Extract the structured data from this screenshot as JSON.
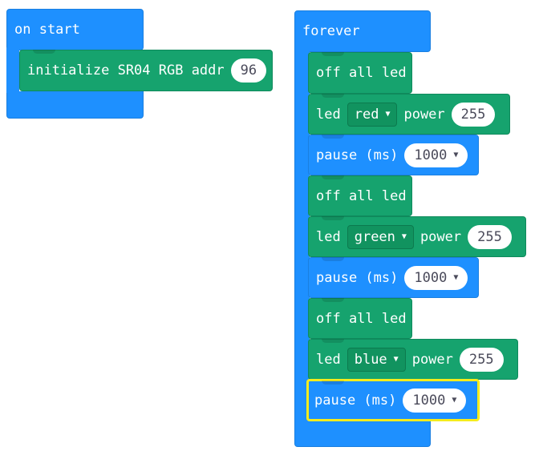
{
  "on_start": {
    "label": "on start",
    "init_block": {
      "text": "initialize SR04 RGB addr",
      "addr": "96"
    }
  },
  "forever": {
    "label": "forever",
    "blocks": [
      {
        "type": "off",
        "text": "off all led"
      },
      {
        "type": "led",
        "prefix": "led",
        "color": "red",
        "power_label": "power",
        "power": "255"
      },
      {
        "type": "pause",
        "text": "pause (ms)",
        "value": "1000"
      },
      {
        "type": "off",
        "text": "off all led"
      },
      {
        "type": "led",
        "prefix": "led",
        "color": "green",
        "power_label": "power",
        "power": "255"
      },
      {
        "type": "pause",
        "text": "pause (ms)",
        "value": "1000"
      },
      {
        "type": "off",
        "text": "off all led"
      },
      {
        "type": "led",
        "prefix": "led",
        "color": "blue",
        "power_label": "power",
        "power": "255"
      },
      {
        "type": "pause",
        "text": "pause (ms)",
        "value": "1000",
        "selected": true
      }
    ]
  },
  "icons": {
    "dropdown_caret": "caret-down-icon"
  },
  "colors": {
    "event_blue": "#1e90ff",
    "extension_green": "#16a36e",
    "selection_yellow": "#f5ec1c"
  }
}
